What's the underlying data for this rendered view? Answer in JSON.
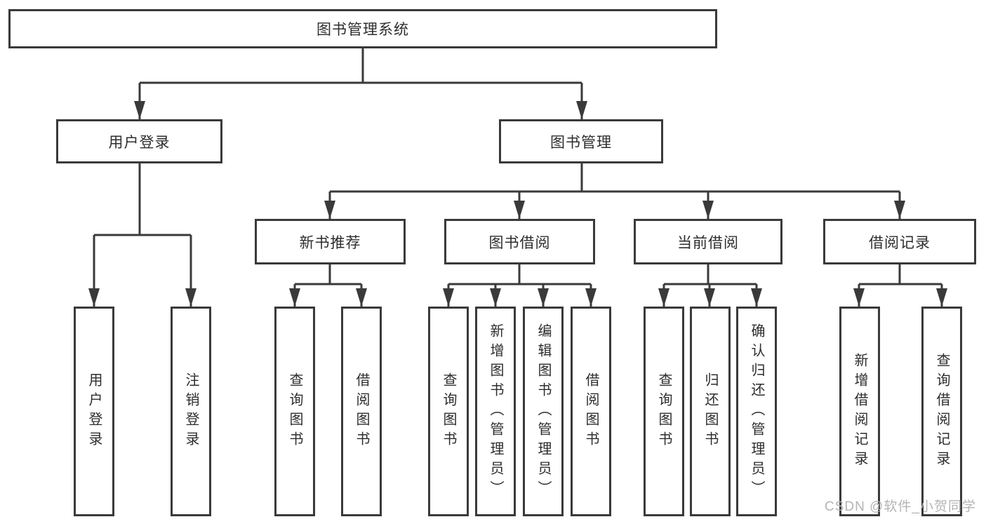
{
  "diagram": {
    "type": "hierarchy-tree",
    "colors": {
      "line": "#3a3a3a",
      "border": "#3a3a3a",
      "text": "#2d2d2d",
      "background": "#ffffff",
      "watermark_text": "#b4b4b4"
    },
    "tree": {
      "label": "图书管理系统",
      "children": [
        {
          "label": "用户登录",
          "children": [
            {
              "label": "用户登录"
            },
            {
              "label": "注销登录"
            }
          ]
        },
        {
          "label": "图书管理",
          "children": [
            {
              "label": "新书推荐",
              "children": [
                {
                  "label": "查询图书"
                },
                {
                  "label": "借阅图书"
                }
              ]
            },
            {
              "label": "图书借阅",
              "children": [
                {
                  "label": "查询图书"
                },
                {
                  "label": "新增图书（管理员）"
                },
                {
                  "label": "编辑图书（管理员）"
                },
                {
                  "label": "借阅图书"
                }
              ]
            },
            {
              "label": "当前借阅",
              "children": [
                {
                  "label": "查询图书"
                },
                {
                  "label": "归还图书"
                },
                {
                  "label": "确认归还（管理员）"
                }
              ]
            },
            {
              "label": "借阅记录",
              "children": [
                {
                  "label": "新增借阅记录"
                },
                {
                  "label": "查询借阅记录"
                }
              ]
            }
          ]
        }
      ]
    },
    "watermark": {
      "text": "CSDN @软件_小贺同学"
    }
  }
}
